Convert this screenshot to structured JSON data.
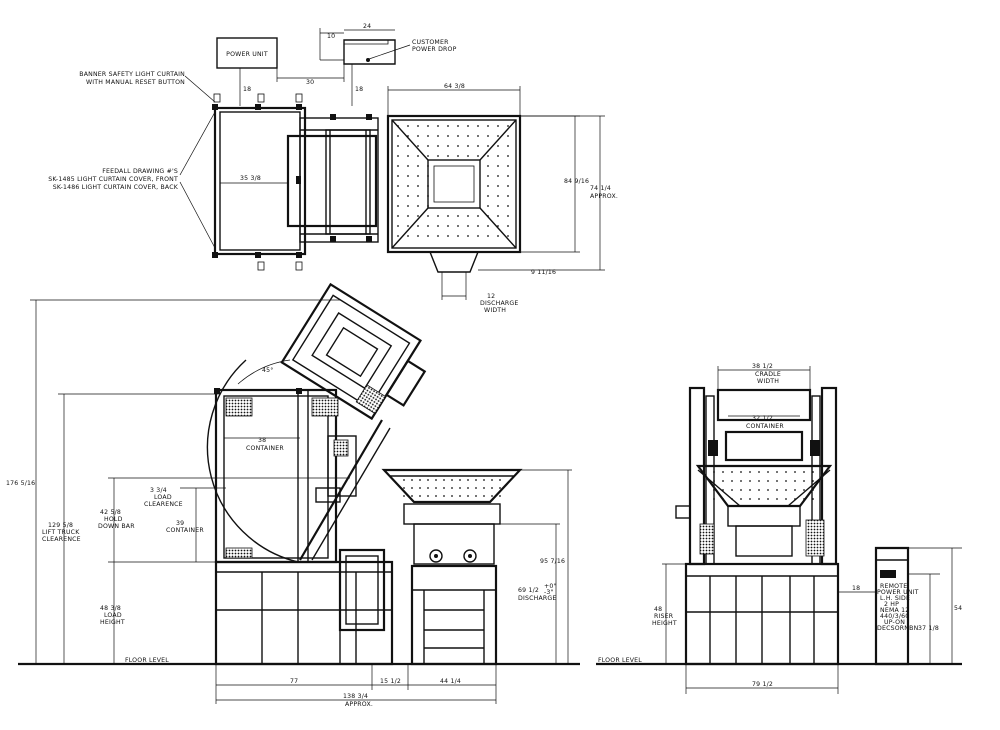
{
  "labels": {
    "power_unit": "POWER UNIT",
    "customer_power_drop_1": "CUSTOMER",
    "customer_power_drop_2": "POWER DROP",
    "banner_1": "BANNER SAFETY LIGHT CURTAIN",
    "banner_2": "WITH MANUAL RESET BUTTON",
    "feedall_1": "FEEDALL DRAWING #'S",
    "feedall_2": "SK-1485 LIGHT CURTAIN COVER, FRONT",
    "feedall_3": "SK-1486 LIGHT CURTAIN COVER, BACK",
    "discharge_width_1": "DISCHARGE",
    "discharge_width_2": "WIDTH",
    "approx": "APPROX.",
    "floor_level_left": "FLOOR LEVEL",
    "floor_level_right": "FLOOR LEVEL",
    "container": "CONTAINER",
    "load_clearance_1": "LOAD",
    "load_clearance_2": "CLEARENCE",
    "container_39": "CONTAINER",
    "hold_down_bar_1": "HOLD",
    "hold_down_bar_2": "DOWN BAR",
    "load_height_1": "LOAD",
    "load_height_2": "HEIGHT",
    "lift_truck_1": "LIFT TRUCK",
    "lift_truck_2": "CLEARENCE",
    "discharge": "DISCHARGE",
    "riser_height_1": "RISER",
    "riser_height_2": "HEIGHT",
    "cradle_width_1": "CRADLE",
    "cradle_width_2": "WIDTH",
    "container_right": "CONTAINER",
    "remote_1": "REMOTE",
    "remote_2": "POWER UNIT",
    "remote_3": "L.H. SIDE",
    "remote_4": "2 HP",
    "remote_5": "NEMA 12",
    "remote_6": "440/3/60",
    "remote_7": "UP-ON",
    "remote_8": "DECSORNBN",
    "angle": "45°"
  },
  "dimensions": {
    "d10": "10",
    "d24": "24",
    "d30": "30",
    "d18a": "18",
    "d18b": "18",
    "d35": "35 3/8",
    "d64": "64 3/8",
    "d84": "84 9/16",
    "d74": "74 1/4",
    "d9": "9 11/16",
    "d12": "12",
    "d176": "176 5/16",
    "d129": "129 5/8",
    "d42": "42 5/8",
    "d3": "3 3/4",
    "d38": "38",
    "d39": "39",
    "d48": "48 3/8",
    "d95": "95 7/16",
    "d69": "69 1/2",
    "d69sup": "+0\"",
    "d69sub": "-3\"",
    "d77": "77",
    "d15": "15 1/2",
    "d44": "44 1/4",
    "d138": "138 3/4",
    "d38b": "38 1/2",
    "d32": "32 1/2",
    "d48b": "48",
    "d18c": "18",
    "d37": "37 1/8",
    "d54": "54",
    "d79": "79 1/2"
  }
}
